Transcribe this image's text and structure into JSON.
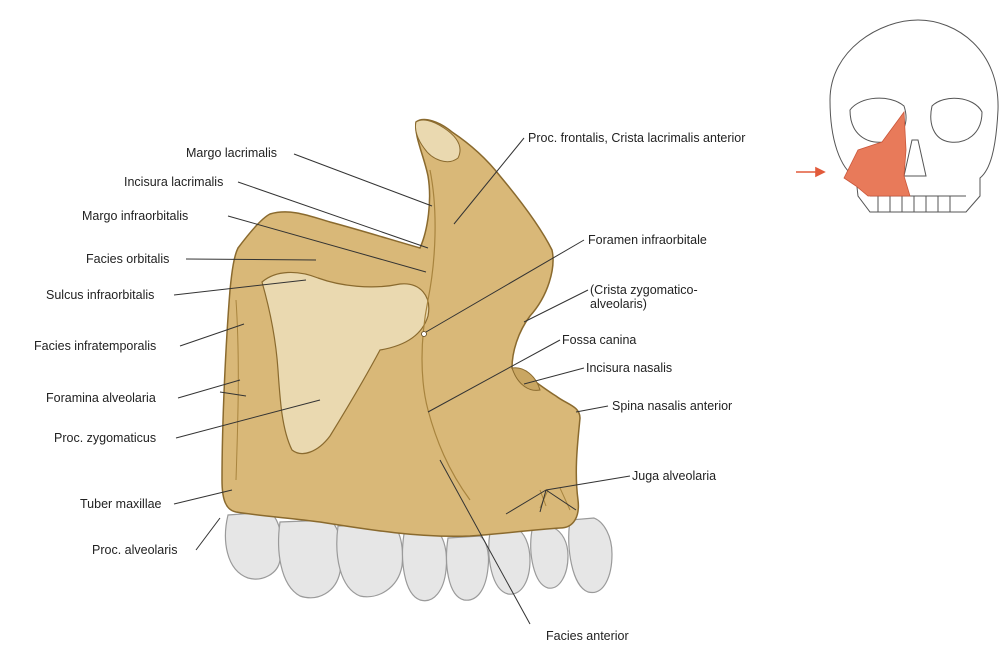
{
  "figure": {
    "labels": {
      "margo_lacrimalis": "Margo lacrimalis",
      "incisura_lacrimalis": "Incisura lacrimalis",
      "margo_infraorbitalis": "Margo infraorbitalis",
      "facies_orbitalis": "Facies orbitalis",
      "sulcus_infraorbitalis": "Sulcus infraorbitalis",
      "facies_infratemporalis": "Facies infratemporalis",
      "foramina_alveolaria": "Foramina alveolaria",
      "proc_zygomaticus": "Proc. zygomaticus",
      "tuber_maxillae": "Tuber maxillae",
      "proc_alveolaris": "Proc. alveolaris",
      "proc_frontalis": "Proc. frontalis, Crista lacrimalis anterior",
      "foramen_infraorbitale": "Foramen infraorbitale",
      "crista_zygomatico": "(Crista zygomatico-\nalveolaris)",
      "fossa_canina": "Fossa canina",
      "incisura_nasalis": "Incisura nasalis",
      "spina_nasalis": "Spina nasalis anterior",
      "juga_alveolaria": "Juga alveolaria",
      "facies_anterior": "Facies anterior"
    },
    "colors": {
      "bone": "#d9b878",
      "bone_dark": "#a8843e",
      "tooth": "#e6e6e6",
      "highlight": "#e87a5a",
      "arrow": "#e25a3a",
      "leader": "#333333"
    }
  }
}
